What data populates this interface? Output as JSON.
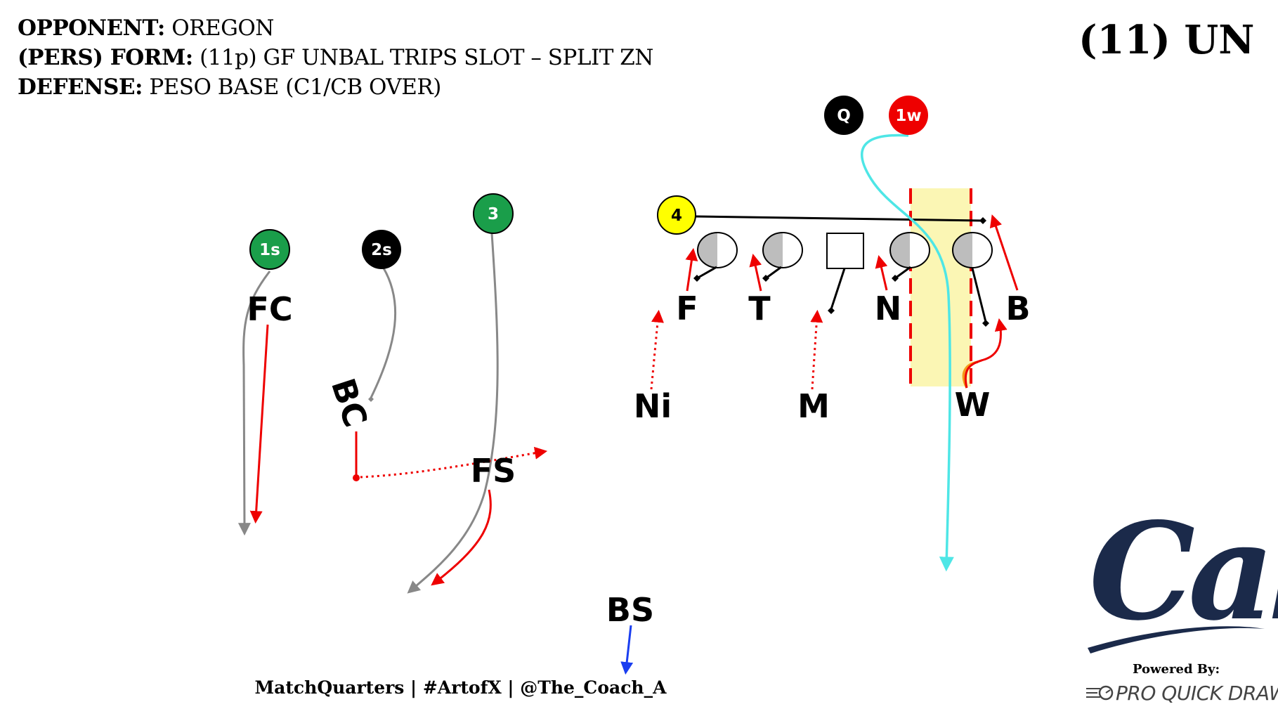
{
  "header": {
    "opponent_label": "OPPONENT:",
    "opponent_value": "OREGON",
    "form_label": "(PERS) FORM:",
    "form_value": "(11p) GF UNBAL TRIPS SLOT – SPLIT ZN",
    "defense_label": "DEFENSE:",
    "defense_value": "PESO BASE (C1/CB OVER)"
  },
  "play_code": "(11) UN",
  "offense": {
    "q": "Q",
    "one_w": "1w",
    "four": "4",
    "three": "3",
    "two_s": "2s",
    "one_s": "1s"
  },
  "defense": {
    "fc": "FC",
    "bc": "BC",
    "fs": "FS",
    "ni": "Ni",
    "m": "M",
    "w": "W",
    "f": "F",
    "t": "T",
    "n": "N",
    "b": "B",
    "bs": "BS"
  },
  "colors": {
    "green": "#1a9e4a",
    "red": "#ee0000",
    "yellow": "#ffff00",
    "cyan": "#4ee6e6",
    "gray": "#888888",
    "gap_fill": "#fbf6b4",
    "cal_navy": "#1b2a4a"
  },
  "footer": "MatchQuarters | #ArtofX | @The_Coach_A",
  "powered_by": "Powered By:",
  "brand": "PRO QUICK DRAW",
  "logo_text": "Cal"
}
